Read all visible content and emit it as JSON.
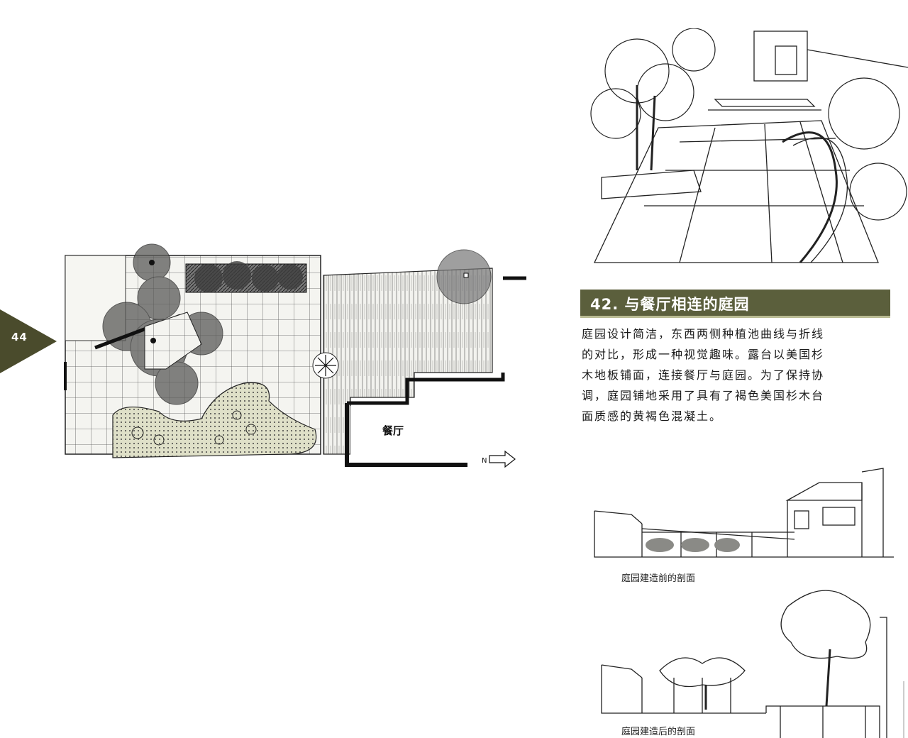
{
  "page": {
    "number": "44",
    "tab_color": "#4a4b2c"
  },
  "article": {
    "title": "42. 与餐厅相连的庭园",
    "title_bar_color": "#5b5f3c",
    "body_lines": [
      "庭园设计简洁，东西两侧种植池曲线与折线",
      "的对比，形成一种视觉趣味。露台以美国杉",
      "木地板铺面，连接餐厅与庭园。为了保持协",
      "调，庭园铺地采用了具有了褐色美国杉木台",
      "面质感的黄褐色混凝土。"
    ]
  },
  "plan": {
    "room_label": "餐厅",
    "north_label": "N"
  },
  "sections": {
    "before_caption": "庭园建造前的剖面",
    "after_caption": "庭园建造后的剖面"
  }
}
